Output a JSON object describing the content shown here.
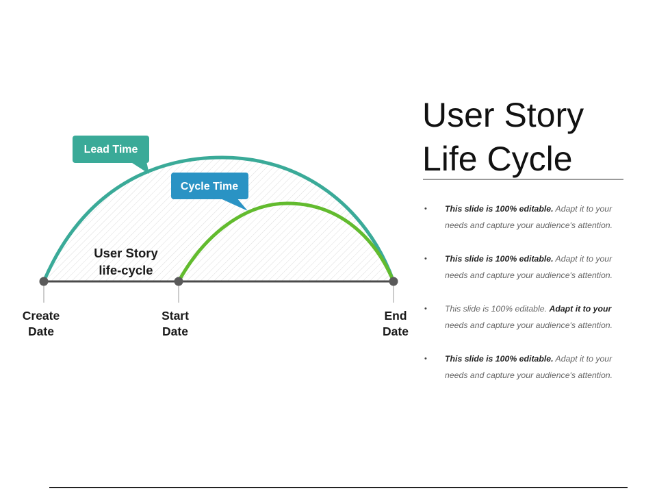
{
  "slide": {
    "title_line1": "User Story",
    "title_line2": "Life Cycle"
  },
  "diagram": {
    "center_label_line1": "User Story",
    "center_label_line2": "life-cycle",
    "nodes": [
      {
        "id": "create",
        "line1": "Create",
        "line2": "Date"
      },
      {
        "id": "start",
        "line1": "Start",
        "line2": "Date"
      },
      {
        "id": "end",
        "line1": "End",
        "line2": "Date"
      }
    ],
    "callouts": {
      "lead_time": "Lead Time",
      "cycle_time": "Cycle Time"
    },
    "colors": {
      "lead_arc": "#3aaa98",
      "cycle_arc": "#62bb2e",
      "lead_callout": "#3aaa98",
      "cycle_callout": "#2a93c4",
      "timeline": "#4a4a4a",
      "node": "#5a5a5a"
    }
  },
  "bullets": [
    {
      "strong": "This slide is 100% editable.",
      "soft": "Adapt it to your needs and capture your audience's attention.",
      "emphasis": "first"
    },
    {
      "strong": "This slide is 100% editable.",
      "soft": "Adapt it to your needs and capture your audience's attention.",
      "emphasis": "first"
    },
    {
      "strong": "Adapt it to your",
      "soft": "This slide is 100% editable.",
      "rest": "needs and capture your audience's attention.",
      "emphasis": "second"
    },
    {
      "strong": "This slide is 100% editable.",
      "soft": "Adapt it to your needs and capture your audience's attention.",
      "emphasis": "first"
    }
  ]
}
